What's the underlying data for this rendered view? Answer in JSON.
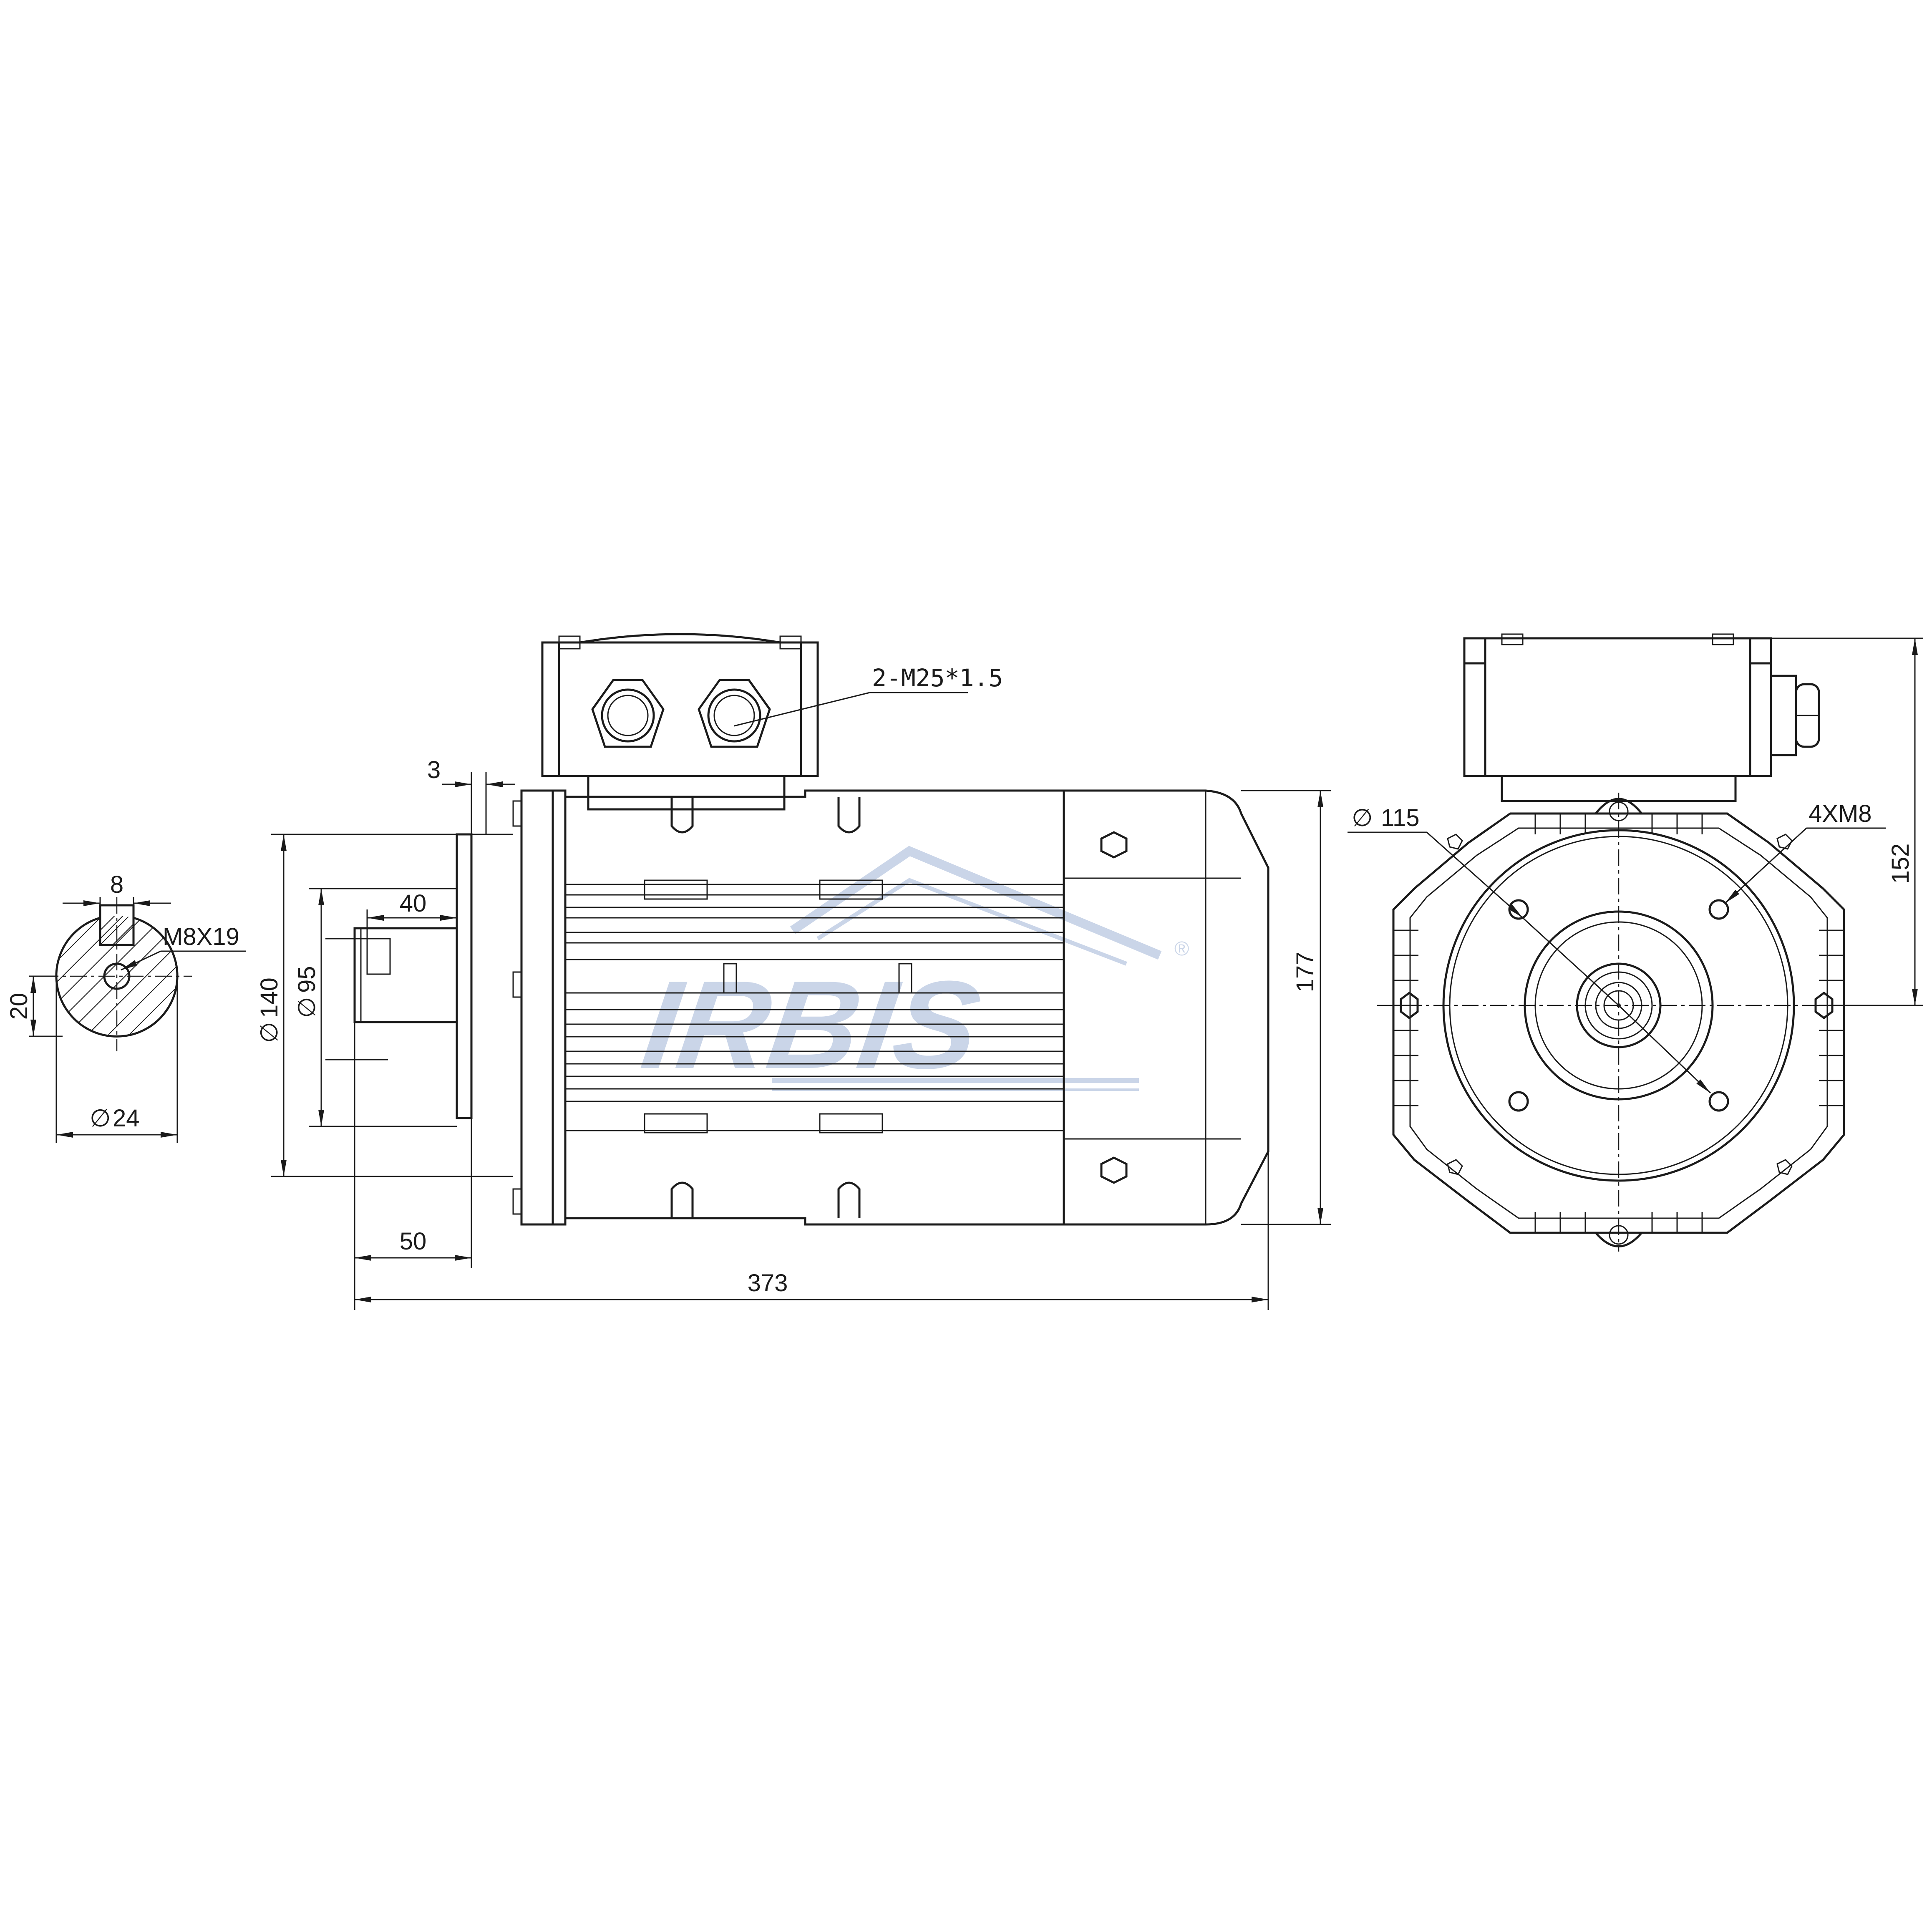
{
  "brand": {
    "watermark": "IRBIS",
    "registered_mark": "®",
    "watermark_color": "#9fb3d6"
  },
  "views": {
    "shaft_section": {
      "key_width": "8",
      "thread_hole": "M8X19",
      "key_height": "20",
      "diameter_symbol": "∅",
      "shaft_diameter": "24"
    },
    "side_view": {
      "cable_gland": "2-M25*1.5",
      "flange_thickness": "3",
      "key_length": "40",
      "flange_diameter": "140",
      "spigot_diameter": "95",
      "shaft_length": "50",
      "overall_length": "373",
      "overall_height": "177"
    },
    "end_view": {
      "pitch_circle": "115",
      "mounting_holes": "4XM8",
      "shaft_height": "152"
    }
  }
}
